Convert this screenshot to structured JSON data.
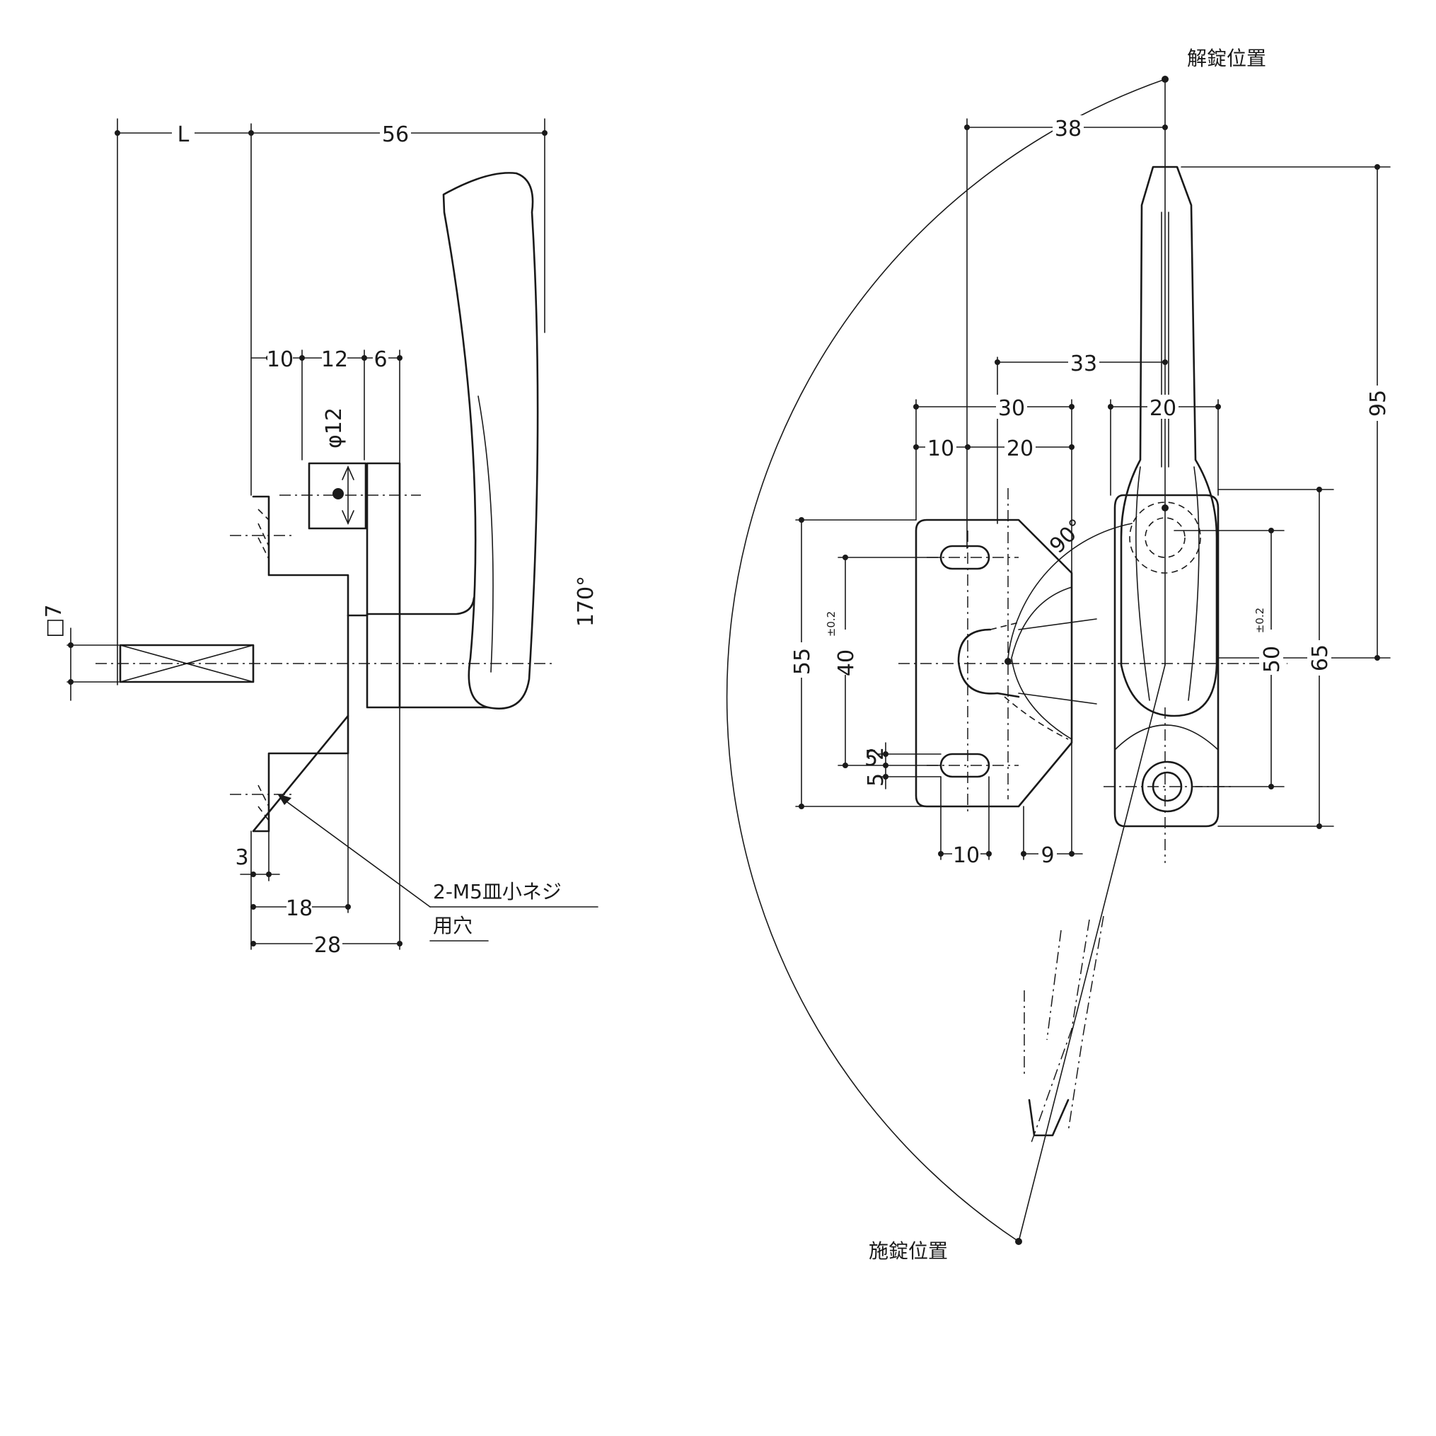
{
  "side_view": {
    "dims": {
      "L": "L",
      "d56": "56",
      "d10": "10",
      "d12": "12",
      "d6": "6",
      "phi12": "φ12",
      "sq7": "□7",
      "d3": "3",
      "d18": "18",
      "d28": "28"
    },
    "note_line1": "2-M5皿小ネジ",
    "note_line2": "用穴"
  },
  "front_view": {
    "unlock_label": "解錠位置",
    "lock_label": "施錠位置",
    "angle_170": "170°",
    "angle_90": "90°",
    "dims": {
      "d38": "38",
      "d33": "33",
      "d30": "30",
      "d20a": "20",
      "d10a": "10",
      "d20b": "20",
      "d95": "95",
      "d55": "55",
      "d40": "40",
      "tol40": "±0.2",
      "d50": "50",
      "tol50": "±0.2",
      "d65": "65",
      "d5a": "5",
      "d2": "2",
      "d5b": "5",
      "d10b": "10",
      "d9": "9"
    }
  }
}
